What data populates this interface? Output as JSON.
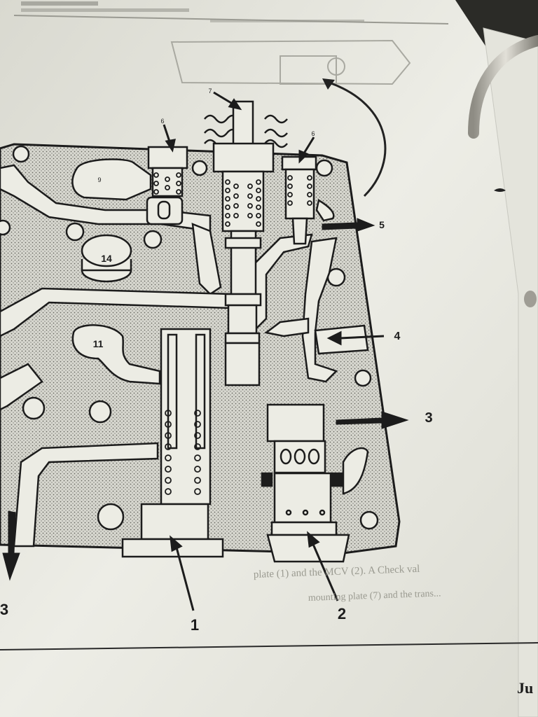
{
  "colors": {
    "paper": "#ecece4",
    "ink": "#1c1c1c",
    "stipple": "#b9b9b1",
    "shadow": "#2b2b27",
    "binder_ring": "#b8b6ad"
  },
  "diagram": {
    "callouts": {
      "c1": "1",
      "c2": "2",
      "c3_right": "3",
      "c3_left": "3",
      "c4": "4",
      "c5": "5",
      "c7": "7",
      "c6a": "6",
      "c6b": "6",
      "c9": "9",
      "c11": "11",
      "c14": "14"
    },
    "bleed_text": {
      "line1": "plate (1) and the MCV (2). A Check val",
      "line2": "mounting plate (7) and the trans..."
    }
  },
  "page_footer": {
    "corner_text": "Ju"
  }
}
